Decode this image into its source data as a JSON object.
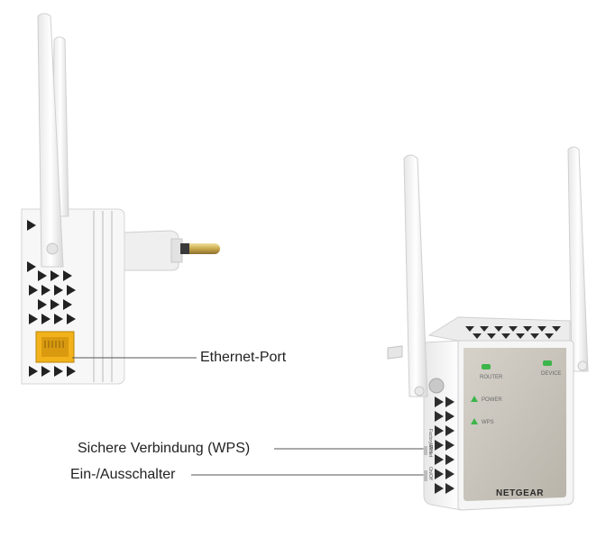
{
  "callouts": {
    "ethernet": "Ethernet-Port",
    "wps": "Sichere Verbindung (WPS)",
    "power_switch": "Ein-/Ausschalter"
  },
  "device": {
    "brand": "NETGEAR",
    "led_router": "ROUTER",
    "led_device": "DEVICE",
    "led_power": "POWER",
    "led_wps": "WPS",
    "side_factory_reset": "Factory Reset",
    "side_wps": "WPS",
    "side_onoff": "On/Off"
  },
  "colors": {
    "led_green": "#3cb54a",
    "port_yellow": "#f2b21b",
    "body_white": "#f4f4f4",
    "front_panel": "#c9c5bd"
  }
}
